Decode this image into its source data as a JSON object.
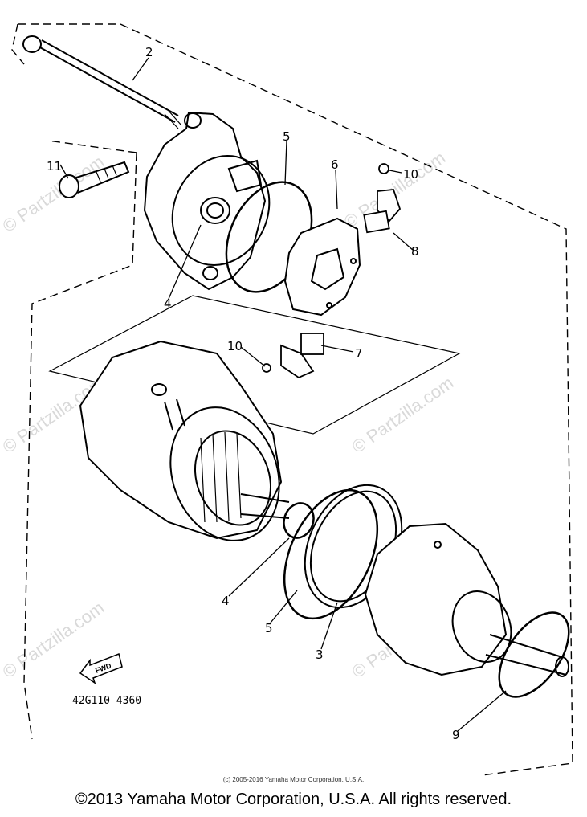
{
  "watermark": "© Partzilla.com",
  "callouts": {
    "c2": "2",
    "c11": "11",
    "c5a": "5",
    "c6": "6",
    "c10a": "10",
    "c8": "8",
    "c4a": "4",
    "c10b": "10",
    "c7": "7",
    "c4b": "4",
    "c5b": "5",
    "c3": "3",
    "c9": "9"
  },
  "fwd_label": "FWD",
  "diagram_code": "42G110 4360",
  "small_copyright": "(c) 2005-2016 Yamaha Motor Corporation, U.S.A.",
  "main_copyright": "©2013 Yamaha Motor Corporation, U.S.A. All rights reserved."
}
